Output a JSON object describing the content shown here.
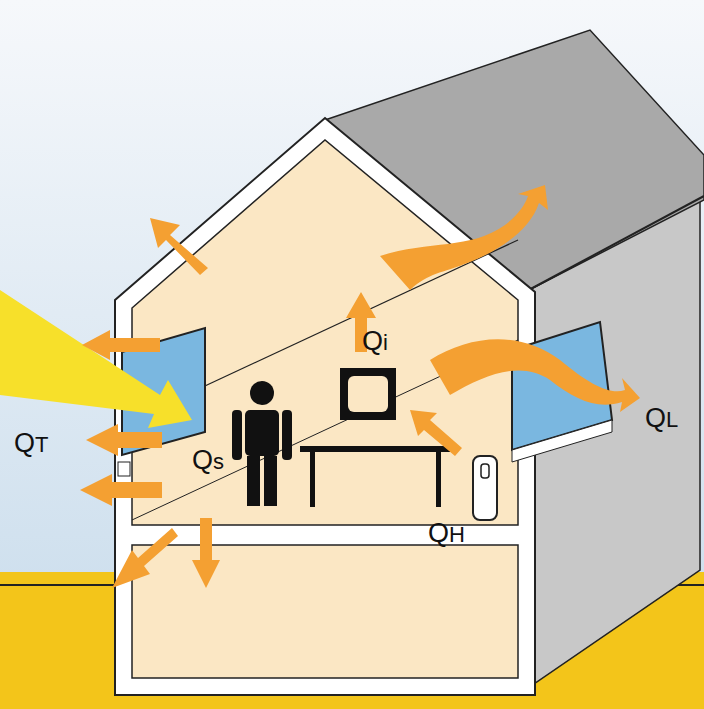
{
  "diagram": {
    "labels": [
      "Qi",
      "QT",
      "Qs",
      "QH",
      "QL"
    ]
  }
}
